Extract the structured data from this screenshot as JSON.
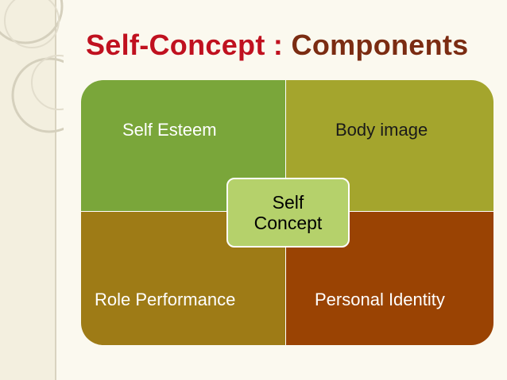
{
  "title": {
    "part1": "Self-Concept : ",
    "part2": "Components"
  },
  "diagram": {
    "quadrants": [
      {
        "label": "Self Esteem",
        "color": "#7aa63a"
      },
      {
        "label": "Body image",
        "color": "#a4a52d"
      },
      {
        "label": "Role Performance",
        "color": "#9e7b16"
      },
      {
        "label": "Personal Identity",
        "color": "#9a4303"
      }
    ],
    "center": {
      "line1": "Self",
      "line2": "Concept",
      "color": "#b5d16b"
    }
  },
  "colors": {
    "title_accent": "#c0111f",
    "title_secondary": "#7b2c12",
    "background": "#fbf9ef"
  }
}
